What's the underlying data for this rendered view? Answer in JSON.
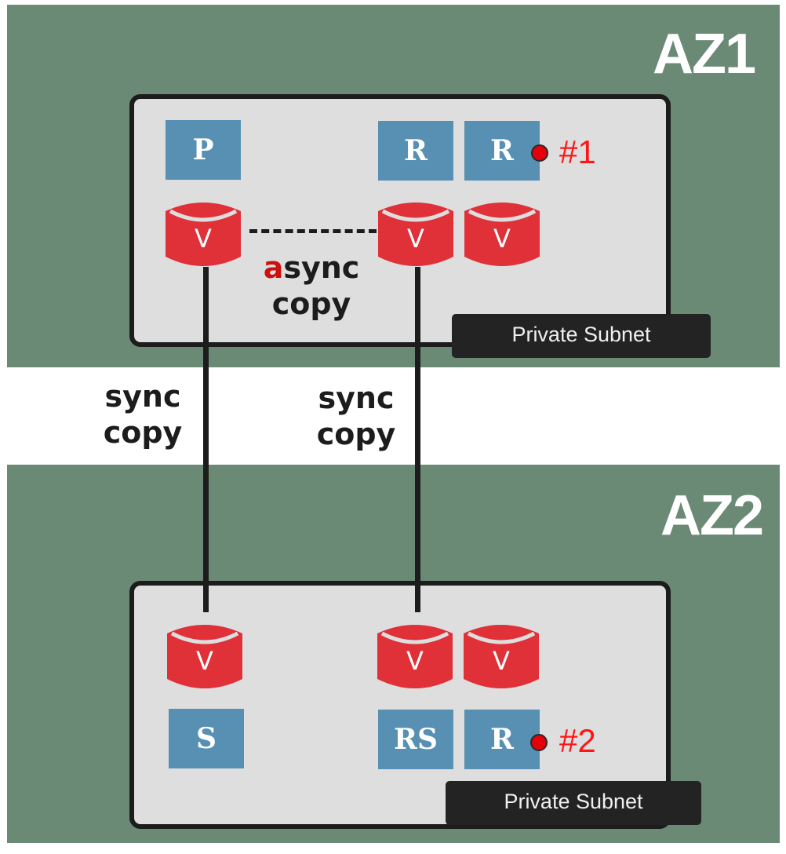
{
  "zones": [
    {
      "label": "AZ1",
      "subnet_label": "Private Subnet"
    },
    {
      "label": "AZ2",
      "subnet_label": "Private Subnet"
    }
  ],
  "az1_nodes": {
    "primary": "P",
    "replica_1": "R",
    "replica_2": "R",
    "volume_label": "V"
  },
  "az2_nodes": {
    "standby": "S",
    "replica_standby": "RS",
    "replica": "R",
    "volume_label": "V"
  },
  "links": {
    "async_prefix": "a",
    "async_rest": "sync",
    "async_line2": "copy",
    "sync_line1": "sync",
    "sync_line2": "copy"
  },
  "markers": [
    "#1",
    "#2"
  ],
  "colors": {
    "zone_bg": "#6b8a75",
    "subnet_bg": "#dedede",
    "instance_blue": "#5790b2",
    "volume_red": "#e03038",
    "marker_red": "#ff1515"
  }
}
